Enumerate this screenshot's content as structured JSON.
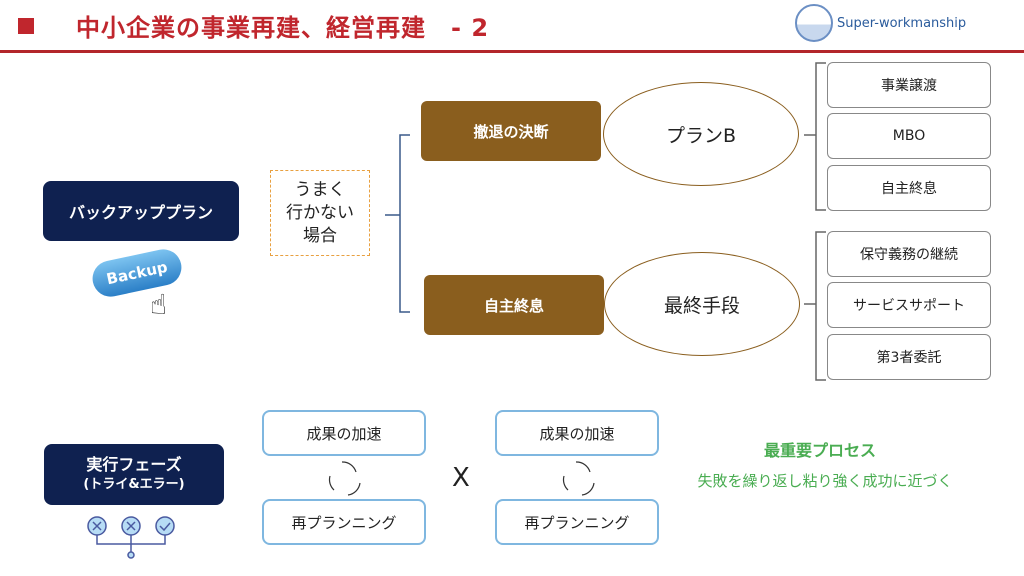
{
  "header": {
    "title": "中小企業の事業再建、経営再建　- 2",
    "logo_text": "Super-workmanship"
  },
  "backup": {
    "label": "バックアッププラン",
    "image_text": "Backup",
    "condition": [
      "うまく",
      "行かない",
      "場合"
    ]
  },
  "branches": [
    {
      "action": "撤退の決断",
      "result": "プランB",
      "options": [
        "事業譲渡",
        "MBO",
        "自主終息"
      ]
    },
    {
      "action": "自主終息",
      "result": "最終手段",
      "options": [
        "保守義務の継続",
        "サービスサポート",
        "第3者委託"
      ]
    }
  ],
  "execution": {
    "label_line1": "実行フェーズ",
    "label_line2": "(トライ&エラー)",
    "cycle_top": "成果の加速",
    "cycle_bottom": "再プランニング",
    "multiply": "X",
    "highlight_title": "最重要プロセス",
    "highlight_text": "失敗を繰り返し粘り強く成功に近づく"
  }
}
